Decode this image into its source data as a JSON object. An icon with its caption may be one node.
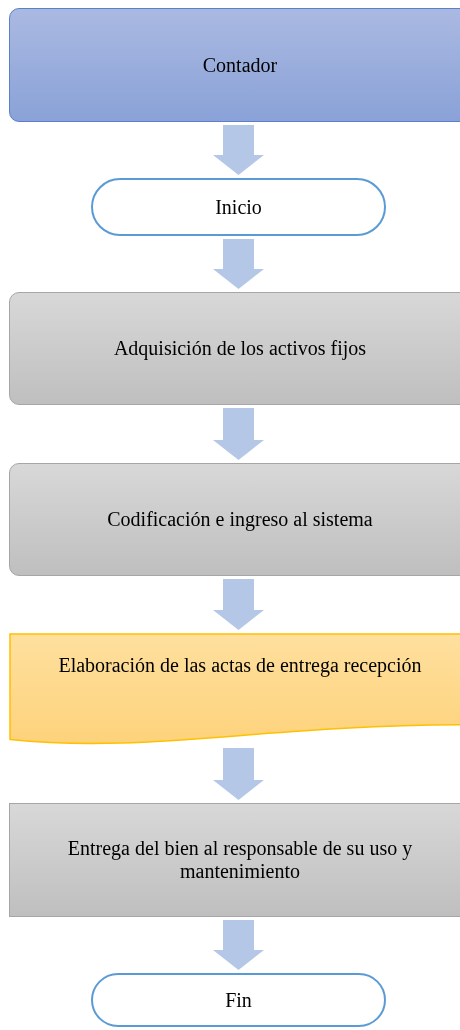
{
  "diagram": {
    "nodes": [
      {
        "text": [
          "Contador"
        ]
      },
      {
        "text": [
          "Inicio"
        ]
      },
      {
        "text": [
          "Adquisición de los activos fijos"
        ]
      },
      {
        "text": [
          "Codificación e ingreso al sistema"
        ]
      },
      {
        "text": [
          "Elaboración de las actas de entrega recepción"
        ]
      },
      {
        "text": [
          "Entrega del bien al responsable de su uso y mantenimiento"
        ]
      },
      {
        "text": [
          "Fin"
        ]
      }
    ],
    "edges": [
      {
        "from": 0,
        "to": 1,
        "arrow": "to"
      },
      {
        "from": 1,
        "to": 2,
        "arrow": "to"
      },
      {
        "from": 2,
        "to": 3,
        "arrow": "to"
      },
      {
        "from": 3,
        "to": 4,
        "arrow": "to"
      },
      {
        "from": 4,
        "to": 5,
        "arrow": "to"
      },
      {
        "from": 5,
        "to": 6,
        "arrow": "to"
      }
    ]
  }
}
